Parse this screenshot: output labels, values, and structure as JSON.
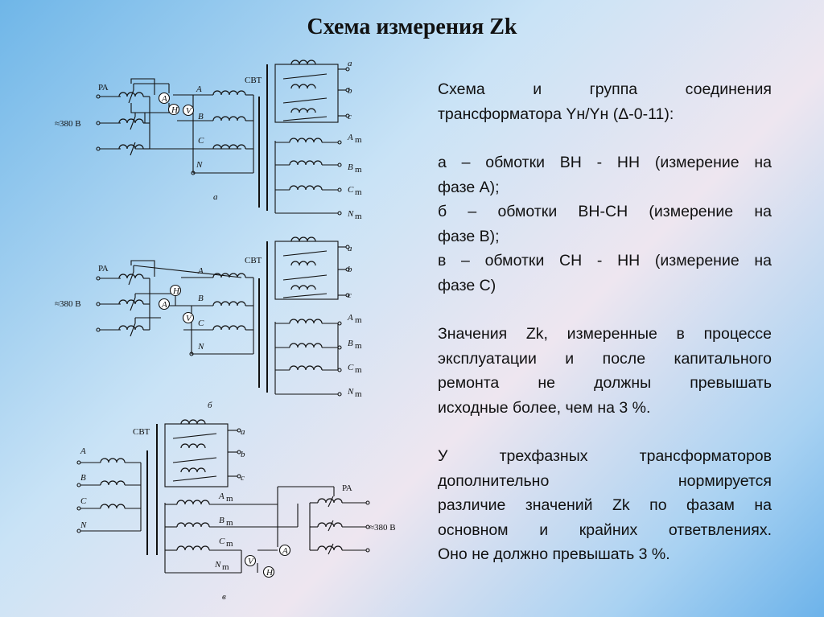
{
  "title": "Схема измерения Zk",
  "paragraph1": {
    "lines": [
      "Схема и группа соединения",
      "трансформатора Yн/Yн (Δ-0-11):"
    ]
  },
  "paragraph2": {
    "lines": [
      "а – обмотки ВН - НН (измерение на",
      "фазе А);",
      " б – обмотки ВН-СН (измерение на",
      "фазе В);",
      "в – обмотки СН - НН (измерение на",
      "фазе С)"
    ]
  },
  "paragraph3": {
    "lines": [
      "Значения Zk, измеренные в процессе",
      "эксплуатации и после капитального",
      "ремонта не должны превышать",
      "исходные более, чем на 3 %."
    ]
  },
  "paragraph4": {
    "lines": [
      "У трехфазных трансформаторов",
      "дополнительно нормируется",
      "различие значений Zk по фазам на",
      "основном и крайних ответвлениях.",
      "Оно не должно превышать 3 %."
    ]
  },
  "diagram_labels": {
    "pa": "РА",
    "voltage": "≈380 В",
    "svt": "СВТ",
    "A": "A",
    "B": "B",
    "C": "C",
    "N": "N",
    "a": "a",
    "b": "b",
    "c": "c",
    "Am": "A",
    "Bm": "B",
    "Cm": "C",
    "Nm": "N",
    "m": "m",
    "meter_A": "A",
    "meter_V": "V",
    "meter_H": "H",
    "caption_a": "а",
    "caption_b": "б",
    "caption_v": "в"
  }
}
